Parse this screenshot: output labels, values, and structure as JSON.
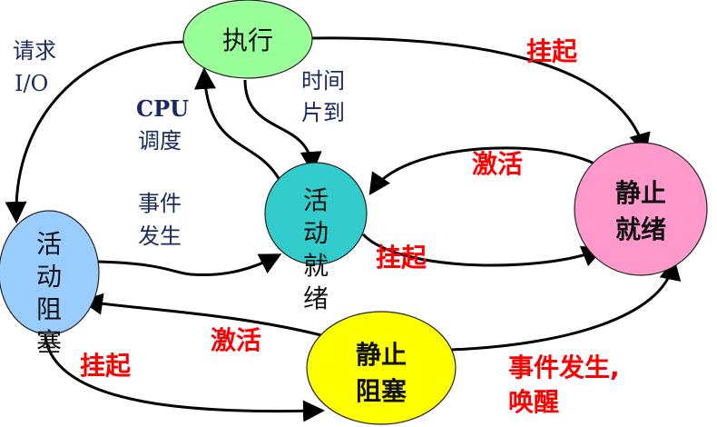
{
  "nodes": {
    "running": {
      "label": "执行",
      "color": "#99ff99"
    },
    "active_ready": {
      "lines": [
        "活",
        "动",
        "就",
        "绪"
      ],
      "color": "#33cccc"
    },
    "static_ready": {
      "lines": [
        "静止",
        "就绪"
      ],
      "color": "#ff99cc"
    },
    "active_blocked": {
      "lines": [
        "活",
        "动",
        "阻",
        "塞"
      ],
      "color": "#99ccff"
    },
    "static_blocked": {
      "lines": [
        "静止",
        "阻塞"
      ],
      "color": "#ffff00"
    }
  },
  "labels": {
    "request_io": [
      "请求",
      "I/O"
    ],
    "cpu_dispatch": [
      "CPU",
      "调度"
    ],
    "time_slice": [
      "时间",
      "片到"
    ],
    "event_occurs": [
      "事件",
      "发生"
    ],
    "suspend_top": "挂起",
    "activate_mid": "激活",
    "suspend_mid": "挂起",
    "activate_bottom": "激活",
    "suspend_bottom": "挂起",
    "event_wakeup": [
      "事件发生,",
      "唤醒"
    ]
  }
}
